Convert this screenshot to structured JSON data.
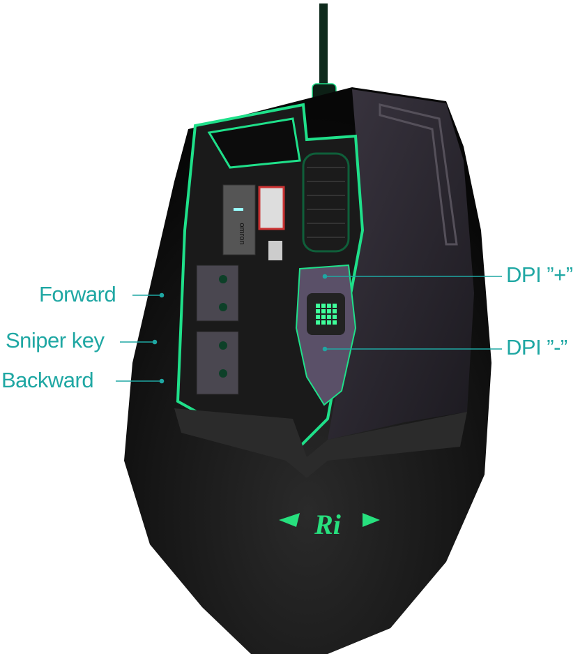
{
  "callouts": {
    "forward": "Forward",
    "sniper_key": "Sniper key",
    "backward": "Backward",
    "dpi_plus": "DPI ”+”",
    "dpi_minus": "DPI ”-”"
  },
  "component_text": {
    "switch_brand": "omron",
    "logo": "Ri"
  },
  "colors": {
    "callout": "#1fa7a3",
    "glow": "#1fe08a",
    "body": "#141414"
  }
}
